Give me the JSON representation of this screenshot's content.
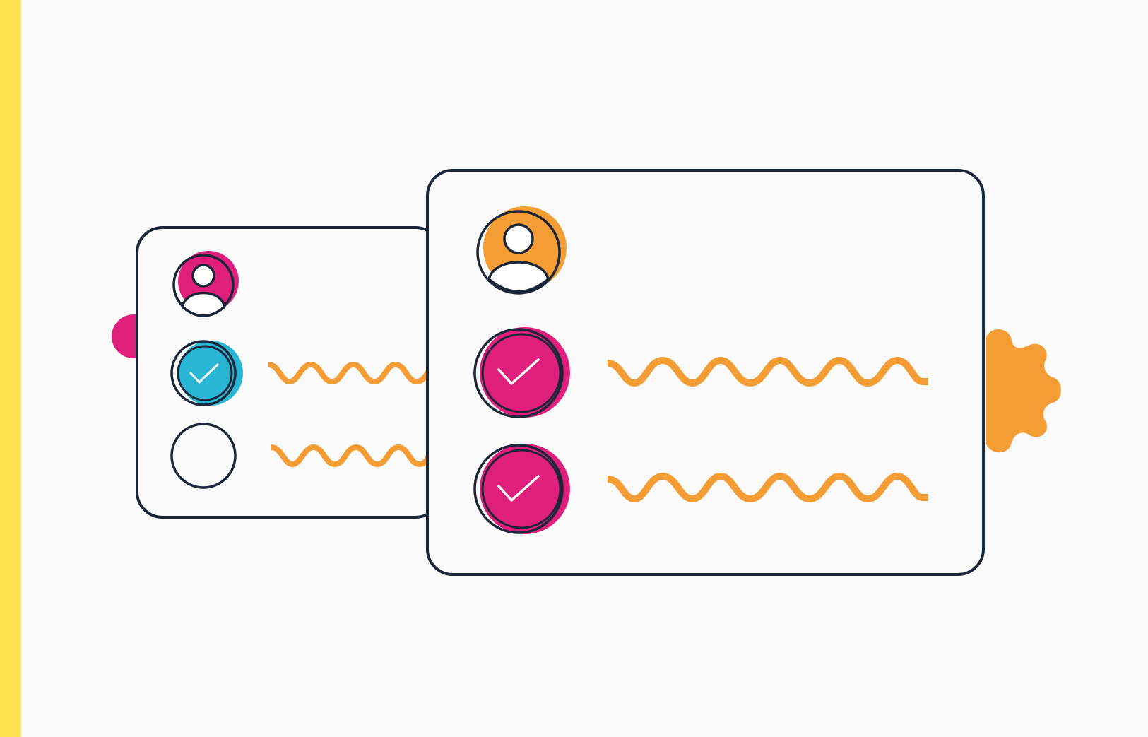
{
  "colors": {
    "background": "#fafafa",
    "side_bar": "#ffe150",
    "outline": "#1b2638",
    "magenta": "#e01f7c",
    "teal": "#29b6d4",
    "orange": "#f49d34",
    "white": "#ffffff"
  },
  "back_card": {
    "avatar_icon": "user-avatar-icon",
    "avatar_color": "magenta",
    "rows": [
      {
        "icon": "check-circle-icon",
        "checked": true,
        "fill": "teal"
      },
      {
        "icon": "empty-circle-icon",
        "checked": false,
        "fill": "none"
      }
    ]
  },
  "front_card": {
    "avatar_icon": "user-avatar-icon",
    "avatar_color": "orange",
    "rows": [
      {
        "icon": "check-circle-icon",
        "checked": true,
        "fill": "magenta"
      },
      {
        "icon": "check-circle-icon",
        "checked": true,
        "fill": "magenta"
      }
    ]
  },
  "decorations": [
    "side-accent-bar",
    "magenta-dot",
    "orange-gear-shape"
  ]
}
